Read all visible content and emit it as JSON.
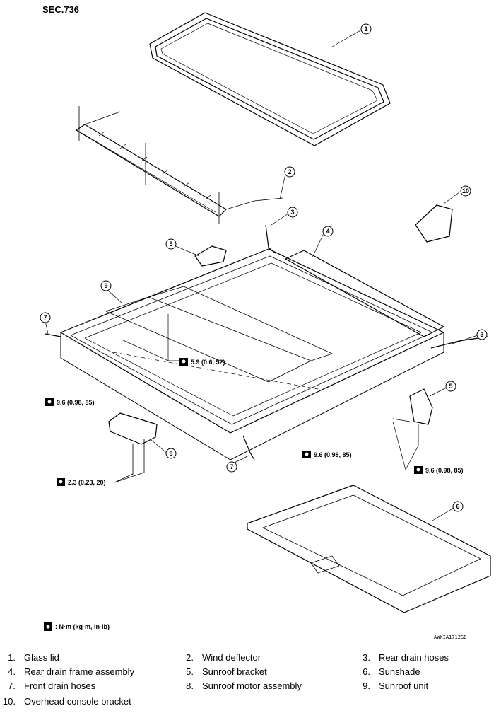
{
  "section": "SEC.736",
  "figure_code": "AWKIA1712GB",
  "legend_unit": ": N·m (kg-m, in-lb)",
  "callouts": [
    "1",
    "2",
    "3",
    "4",
    "5",
    "6",
    "7",
    "8",
    "9",
    "10",
    "3",
    "5",
    "7"
  ],
  "torques": [
    "5.9 (0.6, 52)",
    "9.6 (0.98, 85)",
    "9.6 (0.98, 85)",
    "9.6 (0.98, 85)",
    "2.3 (0.23, 20)"
  ],
  "parts": [
    {
      "num": "1.",
      "name": "Glass lid"
    },
    {
      "num": "2.",
      "name": "Wind deflector"
    },
    {
      "num": "3.",
      "name": "Rear drain hoses"
    },
    {
      "num": "4.",
      "name": "Rear drain frame assembly"
    },
    {
      "num": "5.",
      "name": "Sunroof bracket"
    },
    {
      "num": "6.",
      "name": "Sunshade"
    },
    {
      "num": "7.",
      "name": "Front drain hoses"
    },
    {
      "num": "8.",
      "name": "Sunroof motor assembly"
    },
    {
      "num": "9.",
      "name": "Sunroof unit"
    },
    {
      "num": "10.",
      "name": "Overhead console bracket"
    }
  ]
}
